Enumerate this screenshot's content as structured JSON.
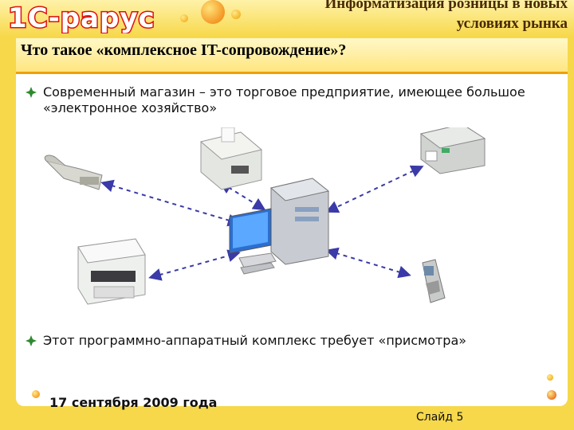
{
  "header": {
    "logo_text": "1С-рарус",
    "title_line1": "Информатизация розницы в новых",
    "title_line2": "условиях рынка"
  },
  "slide": {
    "title": "Что такое «комплексное IT-сопровождение»?",
    "bullet1": "Современный магазин – это торговое предприятие, имеющее большое «электронное хозяйство»",
    "bullet2": "Этот программно-аппаратный комплекс требует «присмотра»"
  },
  "diagram": {
    "devices": [
      "barcode-scanner",
      "receipt-printer",
      "label-printer",
      "laser-printer",
      "data-terminal",
      "computer-server"
    ]
  },
  "footer": {
    "date": "17 сентября 2009 года",
    "slide_number": "Слайд 5"
  },
  "colors": {
    "frame": "#f6d84a",
    "accent_orange": "#f0a000",
    "logo_red": "#dd1111",
    "arrow_blue": "#3a3aa8",
    "bullet_green": "#2f8a2f"
  }
}
